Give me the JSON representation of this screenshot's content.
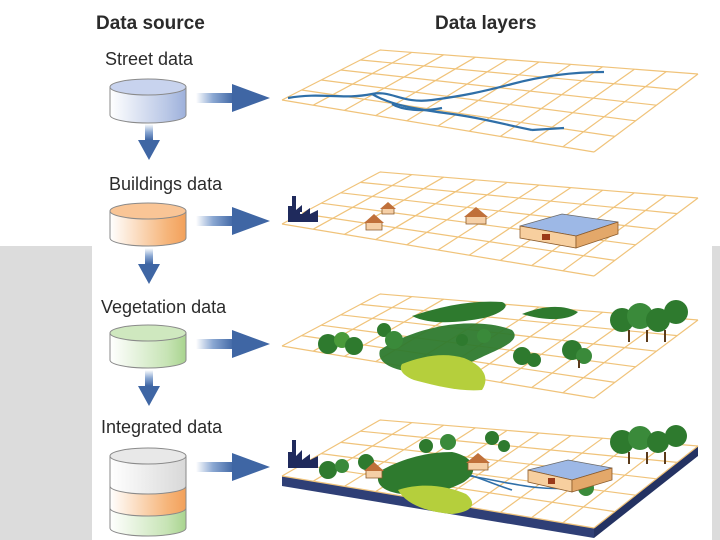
{
  "headers": {
    "source": "Data source",
    "layers": "Data layers"
  },
  "sources": [
    {
      "label": "Street data"
    },
    {
      "label": "Buildings data"
    },
    {
      "label": "Vegetation data"
    },
    {
      "label": "Integrated data"
    }
  ],
  "colors": {
    "arrow": "#5a7fb3",
    "street_db": "#b9c7e6",
    "buildings_db": "#f2a05a",
    "vegetation_db": "#b6dca0",
    "grid": "#f0c37a",
    "street_line": "#2f6fa8",
    "tree_dark": "#2e7a2e",
    "tree_light": "#b5cf3c",
    "base": "#2f3f76"
  }
}
